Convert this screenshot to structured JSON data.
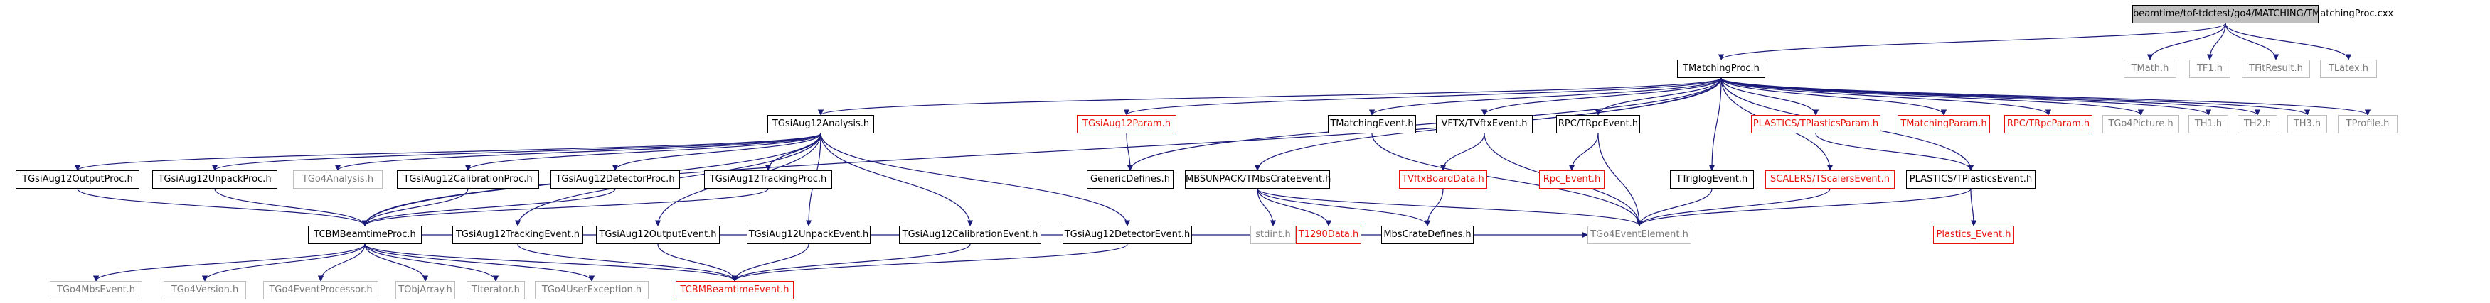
{
  "root": "beamtime/tof-tdctest/go4/MATCHING/TMatchingProc.cxx",
  "level1": {
    "tmatchingproc": "TMatchingProc.h",
    "tmath": "TMath.h",
    "tf1": "TF1.h",
    "tfitresult": "TFitResult.h",
    "tlatex": "TLatex.h"
  },
  "level2": {
    "tgsiaug12analysis": "TGsiAug12Analysis.h",
    "tgsiaug12param": "TGsiAug12Param.h",
    "mbsunpack_tmbscrateevent": "MBSUNPACK/TMbsCrateEvent.h",
    "tmatchingevent": "TMatchingEvent.h",
    "vftx_tvftxevent": "VFTX/TVftxEvent.h",
    "rpc_trpcevent": "RPC/TRpcEvent.h",
    "plastics_tplasticsparam": "PLASTICS/TPlasticsParam.h",
    "tmatchingparam": "TMatchingParam.h",
    "rpc_trpcparam": "RPC/TRpcParam.h",
    "tgo4picture": "TGo4Picture.h",
    "th1": "TH1.h",
    "th2": "TH2.h",
    "th3": "TH3.h",
    "tprofile": "TProfile.h"
  },
  "level3": {
    "tgsiaug12outputproc": "TGsiAug12OutputProc.h",
    "tgsiaug12unpackproc": "TGsiAug12UnpackProc.h",
    "tgo4analysis": "TGo4Analysis.h",
    "tgsiaug12calibrationproc": "TGsiAug12CalibrationProc.h",
    "tgsiaug12detectorproc": "TGsiAug12DetectorProc.h",
    "tgsiaug12trackingproc": "TGsiAug12TrackingProc.h",
    "genericdefines": "GenericDefines.h",
    "tvftxboarddata": "TVftxBoardData.h",
    "rpc_event": "Rpc_Event.h",
    "ttriglogevent": "TTriglogEvent.h",
    "scalers_tscalersevent": "SCALERS/TScalersEvent.h",
    "plastics_tplasticsevent": "PLASTICS/TPlasticsEvent.h"
  },
  "level4": {
    "tcbmbeamtimeproc": "TCBMBeamtimeProc.h",
    "tgsiaug12trackingevent": "TGsiAug12TrackingEvent.h",
    "tgsiaug12outputevent": "TGsiAug12OutputEvent.h",
    "tgsiaug12unpackevent": "TGsiAug12UnpackEvent.h",
    "tgsiaug12calibrationevent": "TGsiAug12CalibrationEvent.h",
    "tgsiaug12detectorevent": "TGsiAug12DetectorEvent.h",
    "stdint": "stdint.h",
    "t1290data": "T1290Data.h",
    "mbscratedefines": "MbsCrateDefines.h",
    "tgo4eventelement": "TGo4EventElement.h",
    "plastics_event": "Plastics_Event.h"
  },
  "level5": {
    "tgo4mbsevent": "TGo4MbsEvent.h",
    "tgo4version": "TGo4Version.h",
    "tgo4eventprocessor": "TGo4EventProcessor.h",
    "tobjarray": "TObjArray.h",
    "titerator": "TIterator.h",
    "tgo4userexception": "TGo4UserException.h",
    "tcbmbeamtimeevent": "TCBMBeamtimeEvent.h"
  },
  "colors": {
    "project_border": "#000000",
    "system_border": "#bfbfbf",
    "system_text": "#7a7a7a",
    "missing_border": "#e8140c",
    "root_fill": "#bfbfbf",
    "edge": "#1a1a7a"
  }
}
